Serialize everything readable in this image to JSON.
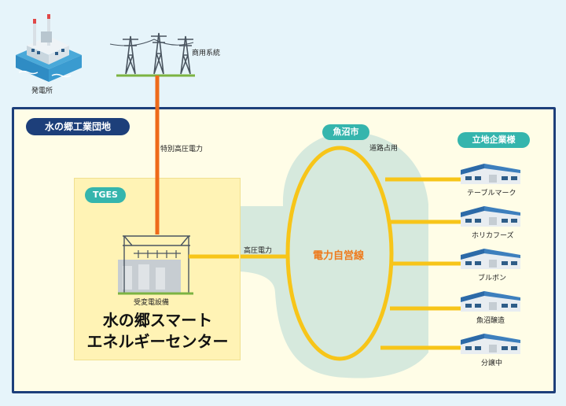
{
  "top": {
    "plant_label": "発電所",
    "grid_label": "商用系統"
  },
  "park": {
    "title": "水の郷工業団地",
    "special_power_label": "特別高圧電力",
    "high_voltage_label": "高圧電力",
    "road_label": "道路占用",
    "city_badge": "魚沼市",
    "private_line_label": "電力自営線",
    "firms_badge": "立地企業様"
  },
  "center": {
    "badge": "TGES",
    "substation_label": "受変電設備",
    "name_line1": "水の郷スマート",
    "name_line2": "エネルギーセンター"
  },
  "firms": [
    {
      "name": "テーブルマーク"
    },
    {
      "name": "ホリカフーズ"
    },
    {
      "name": "ブルボン"
    },
    {
      "name": "魚沼醸造"
    },
    {
      "name": "分譲中"
    }
  ],
  "colors": {
    "park_border": "#1d3f7a",
    "badge": "#35b5ad",
    "special_line": "#ee6a1a",
    "private_line": "#f7c519",
    "city_area": "#d6e9dd"
  }
}
